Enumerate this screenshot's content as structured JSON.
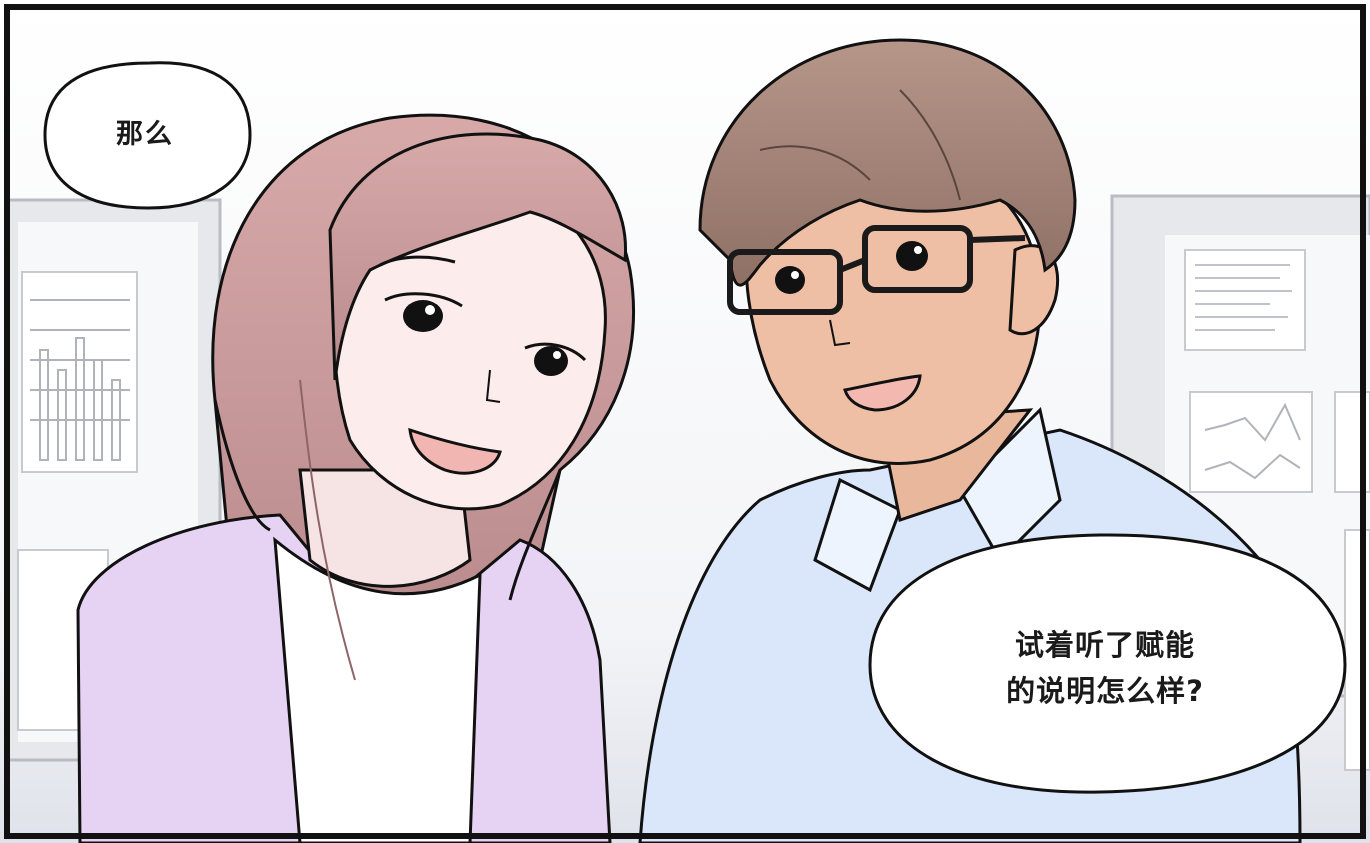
{
  "panel": {
    "bubbles": [
      {
        "speaker": "woman",
        "lines": [
          "那么"
        ]
      },
      {
        "speaker": "man",
        "lines": [
          "试着听了赋能",
          "的说明怎么样?"
        ]
      }
    ]
  },
  "colors": {
    "border": "#111111",
    "background_wall": "#ffffff",
    "monitor_frame": "#e4e6ea",
    "monitor_screen": "#f5f6f8",
    "woman_hair": "#c99a9a",
    "woman_skin": "#fbecec",
    "woman_cardigan": "#e5d3f3",
    "woman_top": "#ffffff",
    "man_hair": "#a8867a",
    "man_skin": "#eebfa5",
    "man_shirt": "#dbe8fb",
    "mouth": "#f2b8b4",
    "glasses": "#1a1a1a"
  }
}
